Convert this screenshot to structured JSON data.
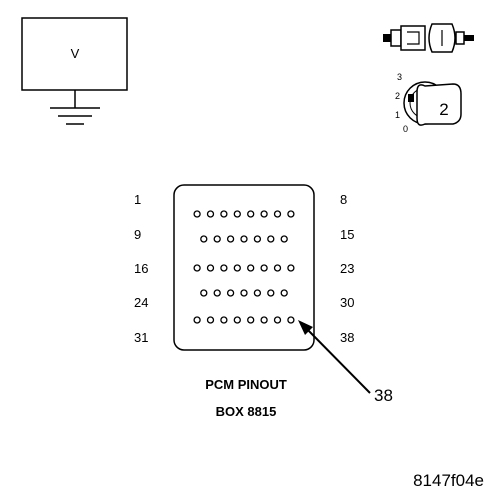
{
  "meter": {
    "label": "V"
  },
  "ignition": {
    "positions": [
      "3",
      "2",
      "1",
      "0"
    ],
    "key_label": "2"
  },
  "connector": {
    "rows": [
      {
        "left": "1",
        "right": "8",
        "pins": 8
      },
      {
        "left": "9",
        "right": "15",
        "pins": 7
      },
      {
        "left": "16",
        "right": "23",
        "pins": 8
      },
      {
        "left": "24",
        "right": "30",
        "pins": 7
      },
      {
        "left": "31",
        "right": "38",
        "pins": 8
      }
    ],
    "callout": "38"
  },
  "caption": {
    "line1": "PCM PINOUT",
    "line2": "BOX 8815"
  },
  "figure_id": "8147f04e"
}
